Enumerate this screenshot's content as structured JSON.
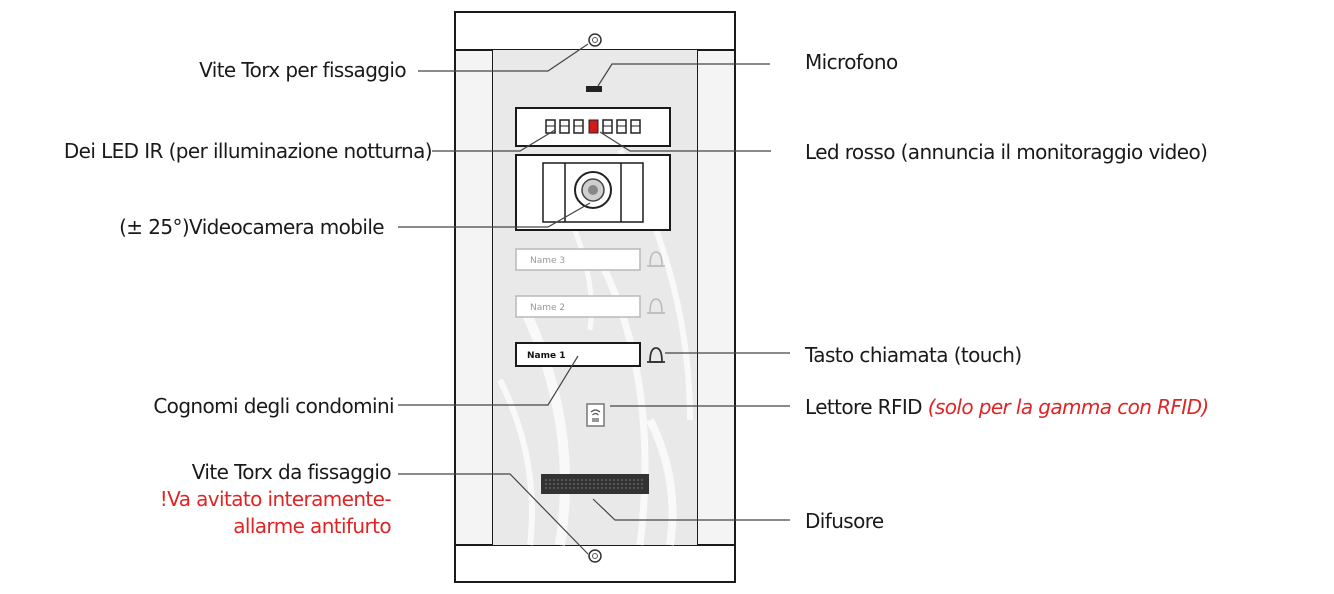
{
  "colors": {
    "note": "#e02424",
    "line": "#444444",
    "panel_stroke": "#1a1a1a"
  },
  "labels": {
    "vite_top": "Vite Torx per fissaggio",
    "led_ir": "Dei LED IR (per illuminazione notturna)",
    "camera": "(± 25°)Videocamera mobile",
    "cognomi": "Cognomi degli condomini",
    "vite_bottom": "Vite Torx da fissaggio",
    "vite_bottom_note_1": "!Va avitato interamente-",
    "vite_bottom_note_2": "allarme antifurto",
    "microfono": "Microfono",
    "led_rosso": "Led rosso (annuncia il monitoraggio video)",
    "tasto": "Tasto chiamata (touch)",
    "rfid": "Lettore RFID ",
    "rfid_note": "(solo per la gamma con RFID)",
    "difusore": "Difusore"
  },
  "name_plates": [
    "Name 3",
    "Name 2",
    "Name 1"
  ],
  "icons": [
    "screw-icon",
    "bell-icon",
    "rfid-icon"
  ]
}
